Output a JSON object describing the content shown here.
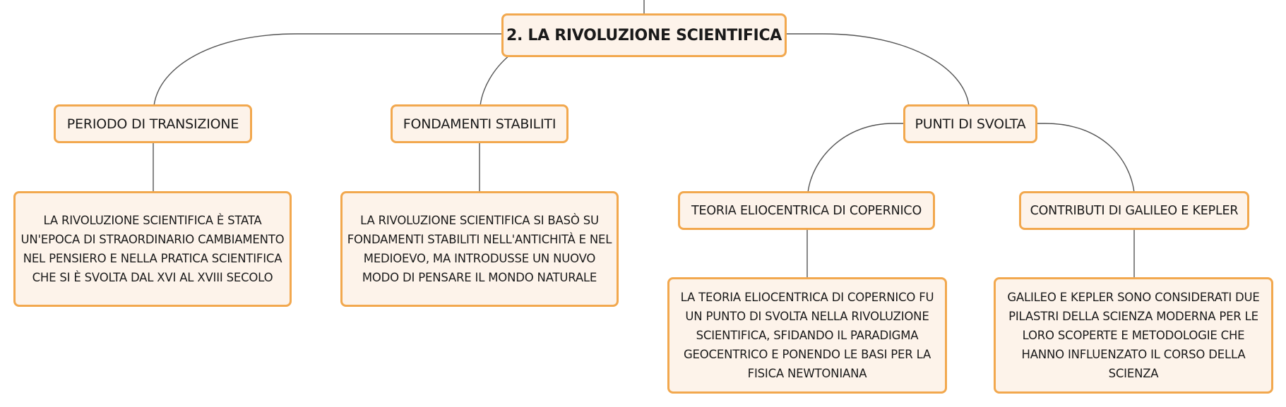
{
  "map": {
    "root": {
      "label": "2. LA RIVOLUZIONE SCIENTIFICA"
    },
    "branches": [
      {
        "label": "PERIODO DI TRANSIZIONE",
        "description": "LA RIVOLUZIONE SCIENTIFICA È STATA UN'EPOCA DI STRAORDINARIO CAMBIAMENTO NEL PENSIERO E NELLA PRATICA SCIENTIFICA CHE SI È SVOLTA DAL XVI AL XVIII SECOLO"
      },
      {
        "label": "FONDAMENTI STABILITI",
        "description": "LA RIVOLUZIONE SCIENTIFICA SI BASÒ SU FONDAMENTI STABILITI NELL'ANTICHITÀ E NEL MEDIOEVO, MA INTRODUSSE UN NUOVO MODO DI PENSARE IL MONDO NATURALE"
      },
      {
        "label": "PUNTI DI SVOLTA",
        "children": [
          {
            "label": "TEORIA ELIOCENTRICA DI COPERNICO",
            "description": "LA TEORIA ELIOCENTRICA DI COPERNICO FU UN PUNTO DI SVOLTA NELLA RIVOLUZIONE SCIENTIFICA, SFIDANDO IL PARADIGMA GEOCENTRICO E PONENDO LE BASI PER LA FISICA NEWTONIANA"
          },
          {
            "label": "CONTRIBUTI DI GALILEO E KEPLER",
            "description": "GALILEO E KEPLER SONO CONSIDERATI DUE PILASTRI DELLA SCIENZA MODERNA PER LE LORO SCOPERTE E METODOLOGIE CHE HANNO INFLUENZATO IL CORSO DELLA SCIENZA"
          }
        ]
      }
    ]
  },
  "colors": {
    "node_fill": "#fdf3ea",
    "node_border": "#f2a84e",
    "connector": "#555555",
    "text": "#1a1a1a"
  }
}
